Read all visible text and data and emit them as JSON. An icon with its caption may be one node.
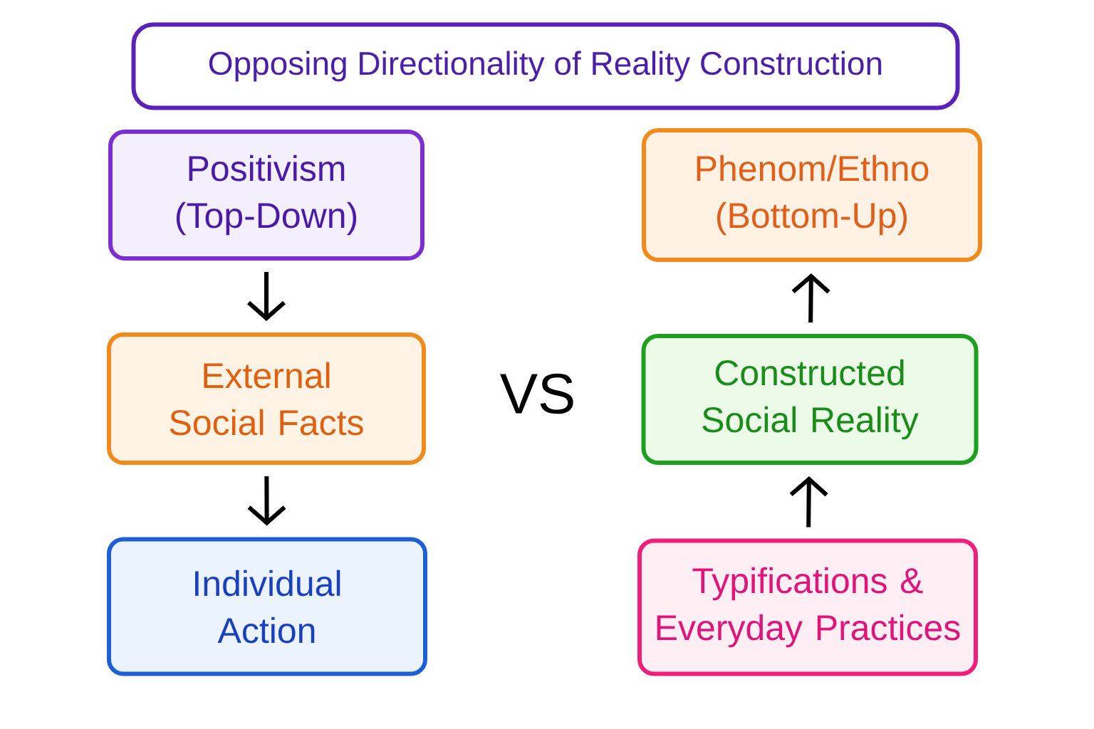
{
  "diagram": {
    "title": "Opposing Directionality of Reality Construction",
    "nodes": [
      {
        "text": [
          "Positivism (Top-Down)"
        ]
      },
      {
        "text": [
          "External Social Facts"
        ]
      },
      {
        "text": [
          "Individual Action"
        ]
      },
      {
        "text": [
          "Phenom/Ethno (Bottom-Up)"
        ]
      },
      {
        "text": [
          "Constructed Social Reality"
        ]
      },
      {
        "text": [
          "Typifications & Everyday Practices"
        ]
      }
    ],
    "edges": [
      {
        "from": 0,
        "to": 1,
        "arrow": "to"
      },
      {
        "from": 1,
        "to": 2,
        "arrow": "to"
      },
      {
        "from": 5,
        "to": 4,
        "arrow": "to"
      },
      {
        "from": 4,
        "to": 3,
        "arrow": "to"
      }
    ],
    "labels": [
      "VS"
    ]
  }
}
